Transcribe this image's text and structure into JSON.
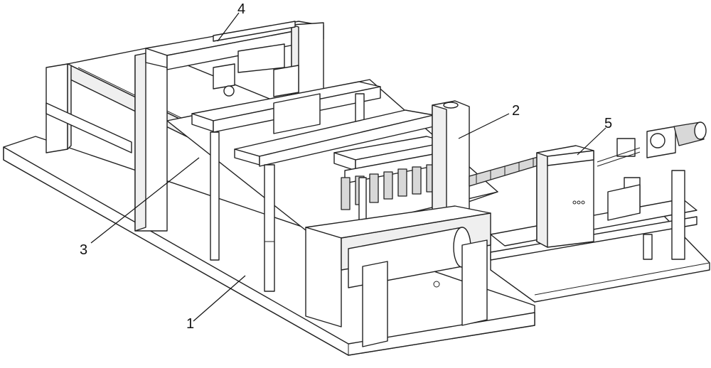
{
  "callouts": {
    "base": "1",
    "cutter_frame": "2",
    "conveyor": "3",
    "gantry": "4",
    "control_box": "5"
  }
}
